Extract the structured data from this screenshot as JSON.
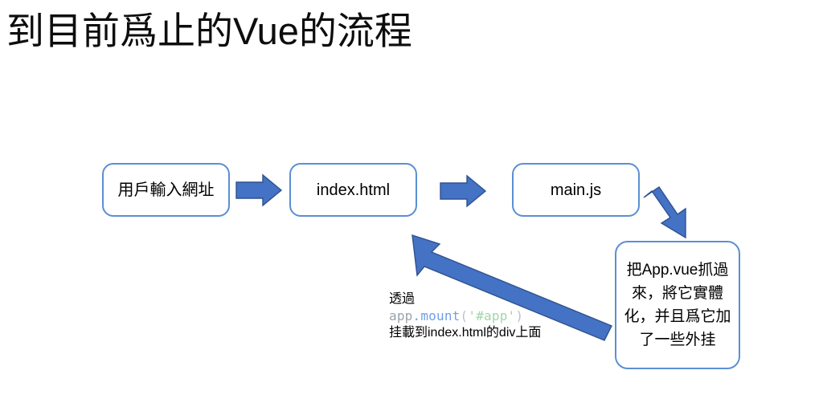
{
  "slide": {
    "title": "到目前爲止的Vue的流程",
    "background_color": "#ffffff",
    "box_border_color": "#5b8fd4",
    "arrow_color": "#4472c4"
  },
  "nodes": [
    {
      "id": "user-url",
      "label": "用戶輸入網址"
    },
    {
      "id": "index-html",
      "label": "index.html"
    },
    {
      "id": "main-js",
      "label": "main.js"
    },
    {
      "id": "app-vue",
      "label": "把App.vue抓過來，將它實體化，并且爲它加了一些外挂"
    }
  ],
  "arrows": [
    {
      "id": "arrow-url-to-index",
      "direction": "right"
    },
    {
      "id": "arrow-index-to-main",
      "direction": "right"
    },
    {
      "id": "arrow-main-to-appvue",
      "direction": "down-right"
    },
    {
      "id": "arrow-appvue-to-index",
      "direction": "up-left"
    }
  ],
  "annotation": {
    "line1": "透過",
    "code": {
      "object": "app",
      "dot": ".",
      "method": "mount",
      "open_paren": "(",
      "string": "'#app'",
      "close_paren": ")"
    },
    "line3": "挂載到index.html的div上面"
  }
}
